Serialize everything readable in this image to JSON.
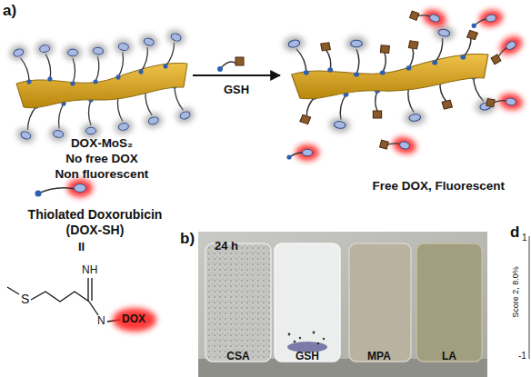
{
  "diagram": {
    "nodes": [
      {
        "text": [
          "DOX-MoS₂",
          "No free DOX",
          "Non fluorescent"
        ]
      },
      {
        "text": [
          "Free DOX, Fluorescent"
        ]
      }
    ],
    "edges": [
      {
        "from": 0,
        "to": 1,
        "arrow": "to",
        "label": "GSH"
      }
    ],
    "labels": [
      "a)",
      "Thiolated Doxorubicin (DOX-SH)",
      "II",
      "NH",
      "S",
      "N",
      "DOX",
      "b)",
      "24 h",
      "CSA",
      "GSH",
      "MPA",
      "LA",
      "d",
      "Score 2, 8.0%",
      "1",
      "-1"
    ]
  }
}
